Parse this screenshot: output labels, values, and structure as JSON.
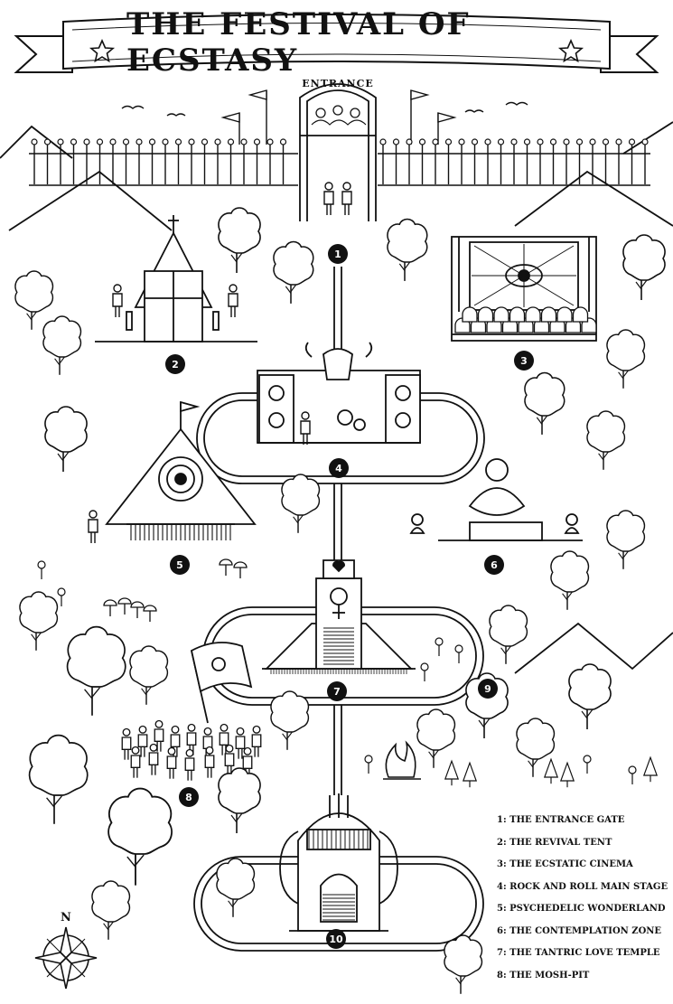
{
  "title": "THE FESTIVAL OF ECSTASY",
  "entrance_label": "ENTRANCE",
  "compass_label": "N",
  "markers": [
    "1",
    "2",
    "3",
    "4",
    "5",
    "6",
    "7",
    "8",
    "9",
    "10"
  ],
  "legend": [
    "1: THE ENTRANCE GATE",
    "2: THE REVIVAL TENT",
    "3: THE ECSTATIC CINEMA",
    "4: ROCK AND ROLL MAIN STAGE",
    "5: PSYCHEDELIC WONDERLAND",
    "6: THE CONTEMPLATION ZONE",
    "7: THE TANTRIC LOVE TEMPLE",
    "8: THE MOSH-PIT"
  ]
}
